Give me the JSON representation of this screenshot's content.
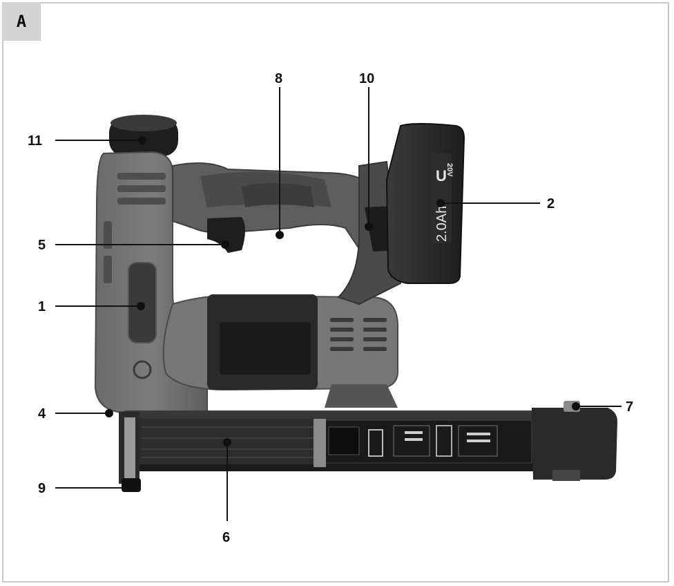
{
  "panel_label": "A",
  "callouts": [
    {
      "id": "11",
      "text": "11"
    },
    {
      "id": "8",
      "text": "8"
    },
    {
      "id": "10",
      "text": "10"
    },
    {
      "id": "2",
      "text": "2"
    },
    {
      "id": "5",
      "text": "5"
    },
    {
      "id": "1",
      "text": "1"
    },
    {
      "id": "4",
      "text": "4"
    },
    {
      "id": "7",
      "text": "7"
    },
    {
      "id": "9",
      "text": "9"
    },
    {
      "id": "6",
      "text": "6"
    }
  ],
  "battery_text": "2.0Ah",
  "battery_logo": "U",
  "battery_voltage": "20V",
  "colors": {
    "body_dark": "#2e2e2e",
    "body_mid": "#5a5a5a",
    "body_light": "#8a8a8a",
    "accent": "#6e6e6e",
    "line": "#111111"
  }
}
